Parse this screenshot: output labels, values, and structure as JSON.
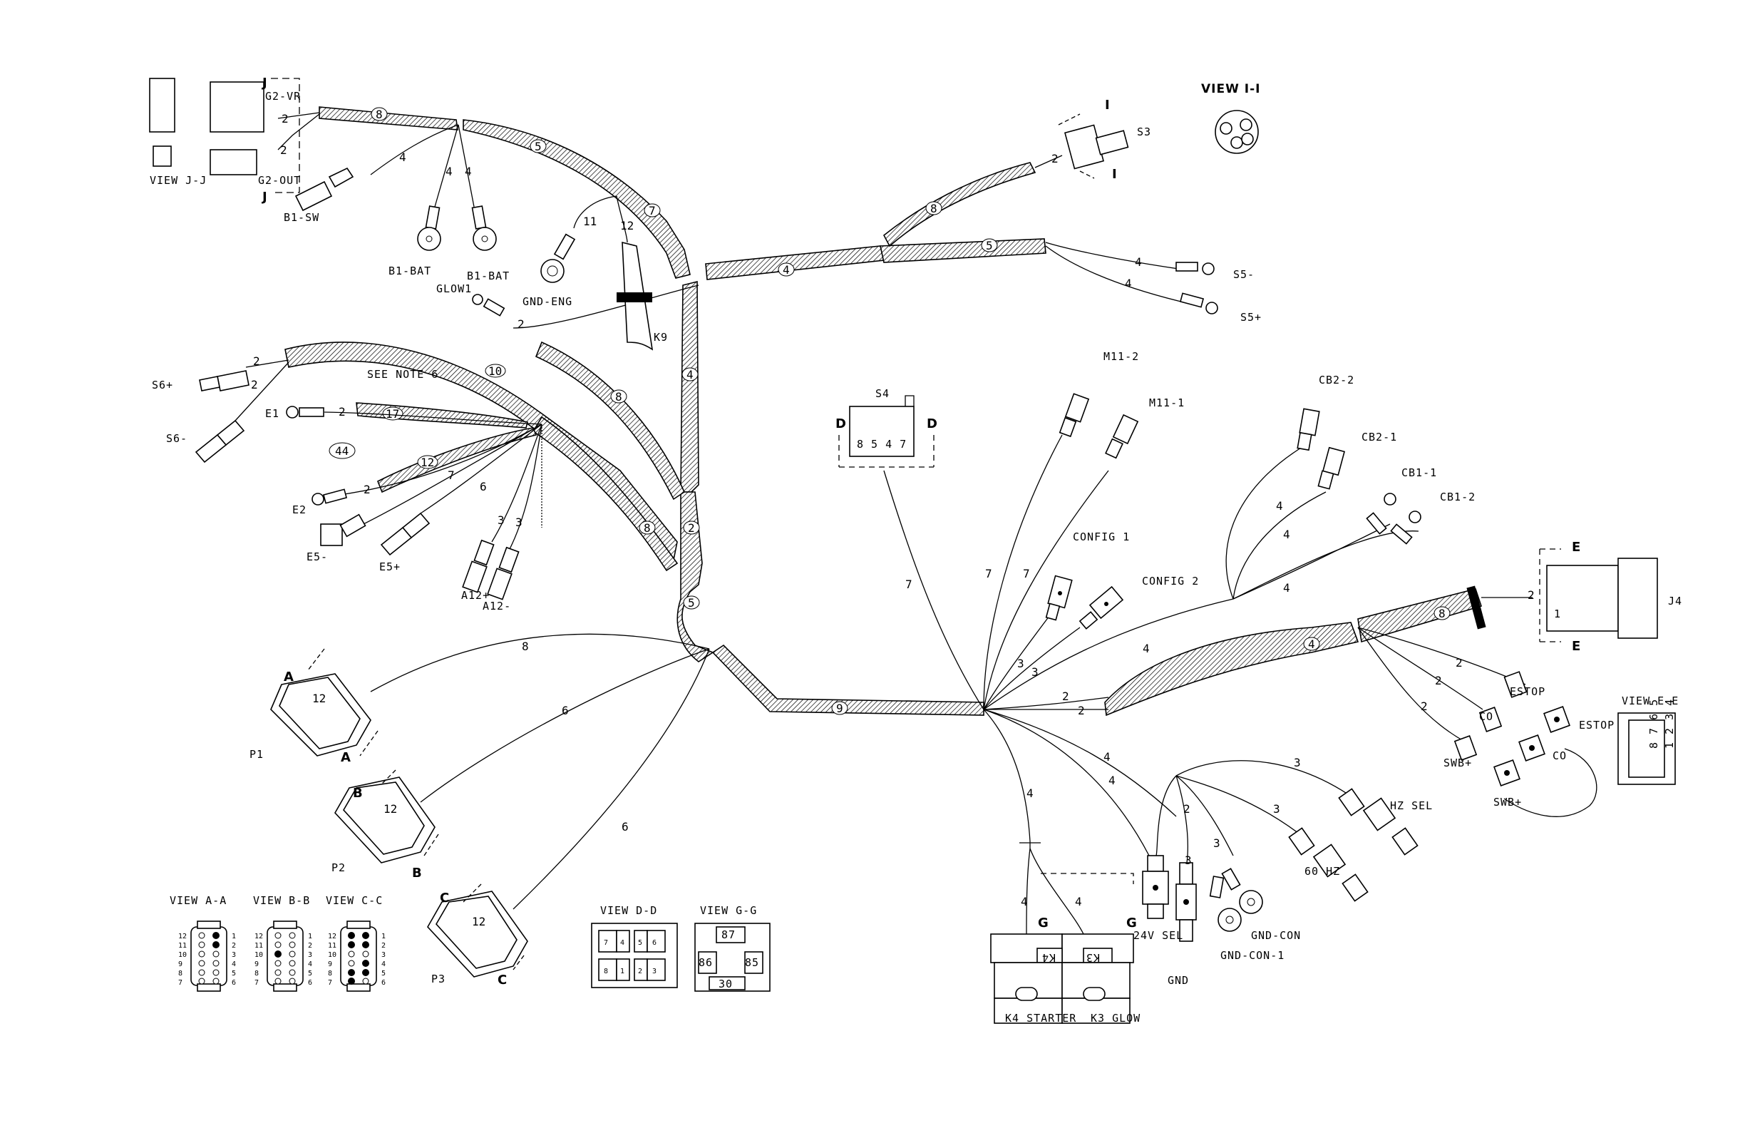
{
  "labels": {
    "view_jj": "VIEW J-J",
    "view_ii": "VIEW I-I",
    "view_aa": "VIEW A-A",
    "view_bb": "VIEW B-B",
    "view_cc": "VIEW C-C",
    "view_dd": "VIEW D-D",
    "view_gg": "VIEW G-G",
    "view_ee": "VIEW E-E",
    "g2_vr": "G2-VR",
    "g2_out": "G2-OUT",
    "b1_sw": "B1-SW",
    "b1_bat_1": "B1-BAT",
    "b1_bat_2": "B1-BAT",
    "gnd_eng": "GND-ENG",
    "glow1": "GLOW1",
    "k9": "K9",
    "s3": "S3",
    "s5_minus": "S5-",
    "s5_plus": "S5+",
    "s6_plus": "S6+",
    "s6_minus": "S6-",
    "e1": "E1",
    "e2": "E2",
    "e5_minus": "E5-",
    "e5_plus": "E5+",
    "a12_plus": "A12+",
    "a12_minus": "A12-",
    "see_note": "SEE NOTE 6",
    "s4": "S4",
    "m11_2": "M11-2",
    "m11_1": "M11-1",
    "config1": "CONFIG 1",
    "config2": "CONFIG 2",
    "cb2_2": "CB2-2",
    "cb2_1": "CB2-1",
    "cb1_1": "CB1-1",
    "cb1_2": "CB1-2",
    "j4": "J4",
    "estop_1": "ESTOP",
    "estop_2": "ESTOP",
    "co_1": "CO",
    "co_2": "CO",
    "swb_1": "SWB+",
    "swb_2": "SWB+",
    "hz_sel": "HZ SEL",
    "hz60": "60 HZ",
    "gnd_con": "GND-CON",
    "gnd_con_1": "GND-CON-1",
    "sel24v": "24V SEL",
    "gnd": "GND",
    "k4_starter": "K4  STARTER",
    "k3_glow": "K3  GLOW",
    "k4_box": "K4",
    "k3_box": "K3",
    "p1": "P1",
    "p2": "P2",
    "p3": "P3",
    "p_pins": "12",
    "j4_pin": "1",
    "s4_pins": "8 5 4 7",
    "ee_pins_top": "8 7 6 5",
    "ee_pins_bot": "1 2 3 4"
  },
  "section_marks": {
    "j": "J",
    "i": "I",
    "a": "A",
    "b": "B",
    "c": "C",
    "d": "D",
    "e": "E",
    "g": "G"
  },
  "bundle_numbers": {
    "top1": "8",
    "top2": "5",
    "top3": "7",
    "trunk_a": "4",
    "trunk_b": "4",
    "upper_right_1": "8",
    "upper_right_2": "5",
    "left1": "10",
    "left2": "8",
    "left3": "8",
    "left4": "17",
    "left5": "12",
    "left6": "44",
    "center_a": "2",
    "center_b": "5",
    "bottom": "9",
    "right_big": "4",
    "right_j4": "8"
  },
  "wire_counts": {
    "g2vr": "2",
    "g2out": "2",
    "b1sw": "4",
    "b1bat1": "4",
    "b1bat2": "4",
    "gndeng": "11",
    "k9": "12",
    "glow1": "2",
    "s3": "2",
    "s5m": "4",
    "s5p": "4",
    "s6p": "2",
    "s6m": "2",
    "e1": "2",
    "e2": "2",
    "e5m": "7",
    "e5p": "6",
    "a12p": "3",
    "a12m": "3",
    "p1": "8",
    "p2": "6",
    "p3": "6",
    "s4": "7",
    "m112": "7",
    "m111": "7",
    "config1": "3",
    "config2": "3",
    "cb22": "4",
    "cb21": "4",
    "cb11": "4",
    "cb12": "4",
    "j4": "2",
    "r2a": "2",
    "r2b": "2",
    "estop": "2",
    "co": "2",
    "swb": "2",
    "k_trunk": "4",
    "k4": "4",
    "k3": "4",
    "sel24": "4",
    "gnd": "3",
    "gndcon": "2",
    "gndcon1": "3",
    "hzsel": "3",
    "hz60": "3"
  },
  "views_pins": {
    "left_nums": [
      "12",
      "11",
      "10",
      "9",
      "8",
      "7"
    ],
    "right_nums": [
      "1",
      "2",
      "3",
      "4",
      "5",
      "6"
    ],
    "dd_cells": [
      "7",
      "4",
      "5",
      "6",
      "8",
      "1",
      "2",
      "3"
    ],
    "gg_cells": [
      "87",
      "86",
      "85",
      "30"
    ]
  }
}
